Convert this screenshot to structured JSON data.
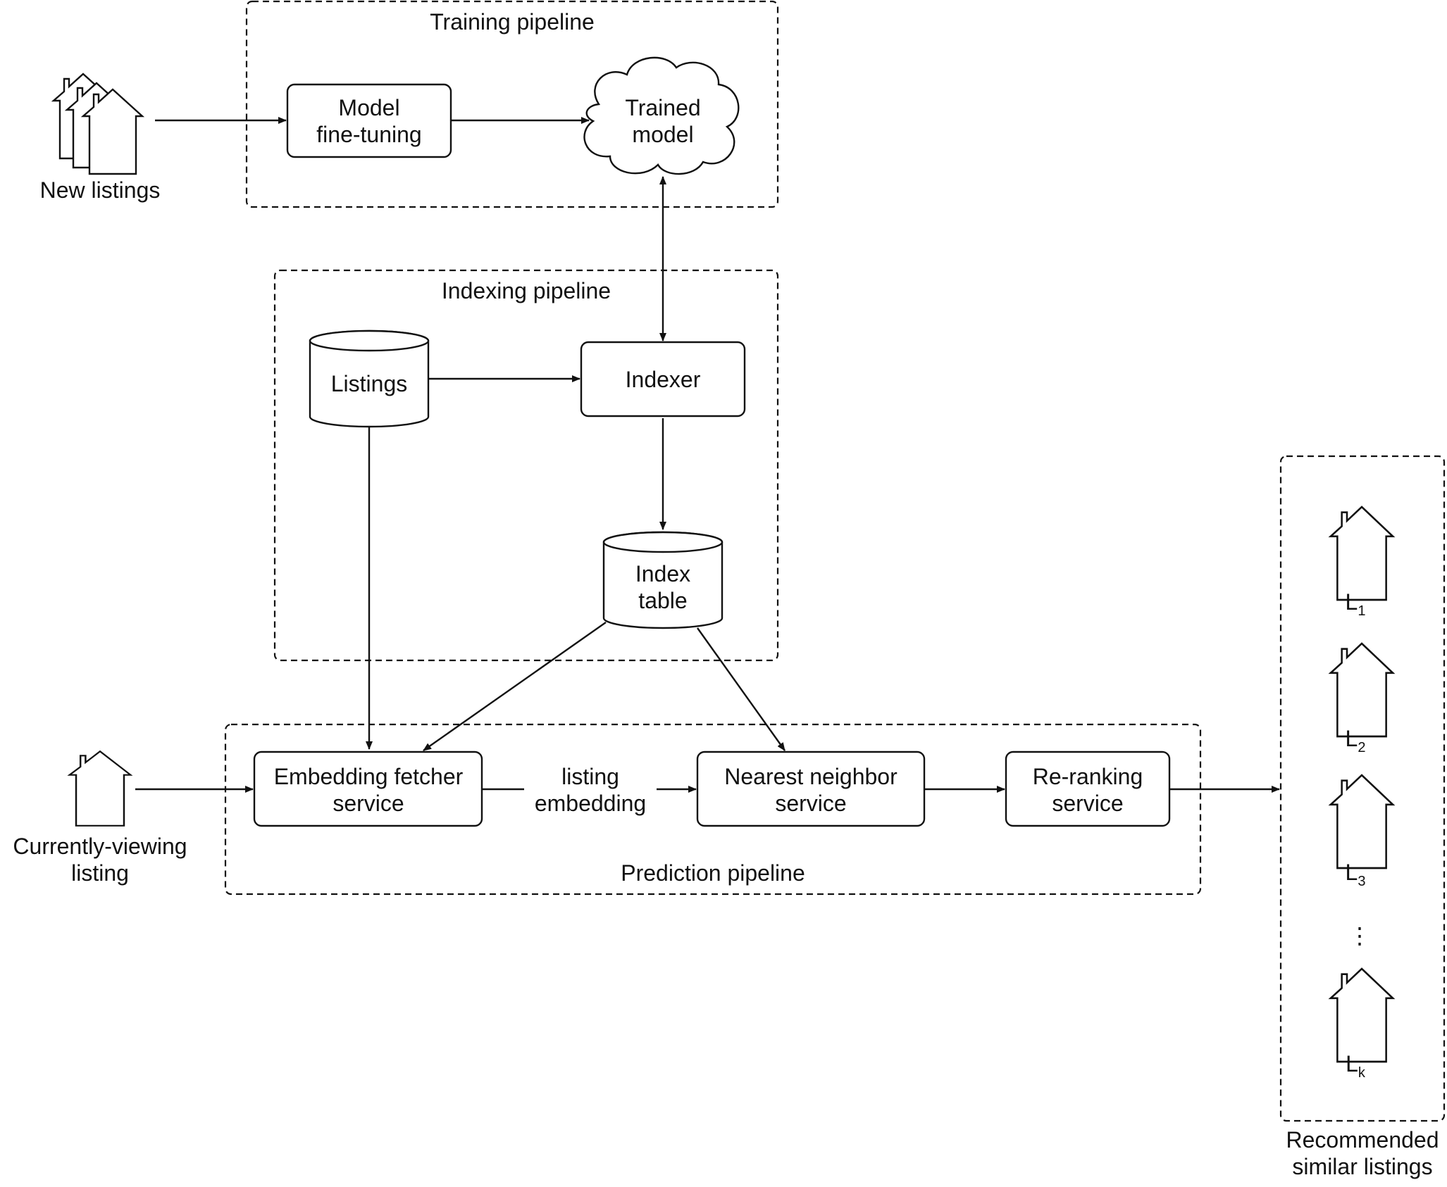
{
  "groups": {
    "training": "Training pipeline",
    "indexing": "Indexing pipeline",
    "prediction": "Prediction pipeline"
  },
  "inputs": {
    "new_listings": "New listings",
    "current_line1": "Currently-viewing",
    "current_line2": "listing"
  },
  "nodes": {
    "finetune_line1": "Model",
    "finetune_line2": "fine-tuning",
    "trained_line1": "Trained",
    "trained_line2": "model",
    "listings": "Listings",
    "indexer": "Indexer",
    "index_line1": "Index",
    "index_line2": "table",
    "fetcher_line1": "Embedding fetcher",
    "fetcher_line2": "service",
    "nn_line1": "Nearest neighbor",
    "nn_line2": "service",
    "rerank_line1": "Re-ranking",
    "rerank_line2": "service"
  },
  "edges": {
    "embedding_line1": "listing",
    "embedding_line2": "embedding"
  },
  "output": {
    "title_line1": "Recommended",
    "title_line2": "similar listings",
    "items": [
      {
        "base": "L",
        "sub": "1"
      },
      {
        "base": "L",
        "sub": "2"
      },
      {
        "base": "L",
        "sub": "3"
      },
      {
        "base": "L",
        "sub": "k"
      }
    ],
    "ellipsis": "⋮"
  }
}
